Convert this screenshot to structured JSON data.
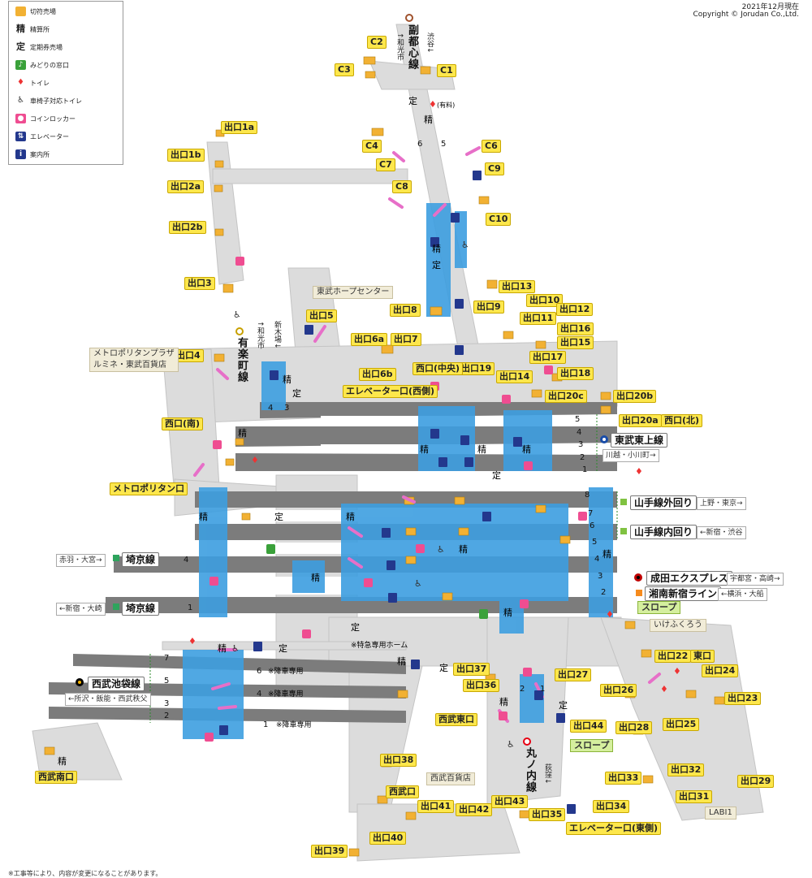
{
  "header": {
    "date": "2021年12月現在",
    "copyright": "Copyright © Jorudan Co.,Ltd."
  },
  "legend": [
    {
      "icon": "ticket-machine-icon",
      "label": "切符売場"
    },
    {
      "icon": "fare-adjustment-icon",
      "label": "精算所",
      "glyph": "精"
    },
    {
      "icon": "commuter-pass-icon",
      "label": "定期券売場",
      "glyph": "定"
    },
    {
      "icon": "midori-window-icon",
      "label": "みどりの窓口"
    },
    {
      "icon": "toilet-icon",
      "label": "トイレ"
    },
    {
      "icon": "accessible-toilet-icon",
      "label": "車椅子対応トイレ"
    },
    {
      "icon": "coin-locker-icon",
      "label": "コインロッカー"
    },
    {
      "icon": "elevator-icon",
      "label": "エレベーター"
    },
    {
      "icon": "information-icon",
      "label": "案内所"
    }
  ],
  "exits": {
    "c2": "C2",
    "c3": "C3",
    "c1": "C1",
    "c4": "C4",
    "c6": "C6",
    "c7": "C7",
    "c8": "C8",
    "c9": "C9",
    "c10": "C10",
    "e1a": "出口1a",
    "e1b": "出口1b",
    "e2a": "出口2a",
    "e2b": "出口2b",
    "e3": "出口3",
    "e4": "出口4",
    "e5": "出口5",
    "e6a": "出口6a",
    "e6b": "出口6b",
    "e7": "出口7",
    "e8": "出口8",
    "e9": "出口9",
    "e10": "出口10",
    "e11": "出口11",
    "e12": "出口12",
    "e13": "出口13",
    "e14": "出口14",
    "e15": "出口15",
    "e16": "出口16",
    "e17": "出口17",
    "e18": "出口18",
    "e19": "出口19",
    "e20a": "出口20a",
    "e20b": "出口20b",
    "e20c": "出口20c",
    "e22": "出口22",
    "e23": "出口23",
    "e24": "出口24",
    "e25": "出口25",
    "e26": "出口26",
    "e27": "出口27",
    "e28": "出口28",
    "e29": "出口29",
    "e31": "出口31",
    "e32": "出口32",
    "e33": "出口33",
    "e34": "出口34",
    "e35": "出口35",
    "e36": "出口36",
    "e37": "出口37",
    "e38": "出口38",
    "e39": "出口39",
    "e40": "出口40",
    "e41": "出口41",
    "e42": "出口42",
    "e43": "出口43",
    "e44": "出口44",
    "west_central": "西口(中央)",
    "west_south": "西口(南)",
    "west_north": "西口(北)",
    "east": "東口",
    "seibu_east": "西武東口",
    "seibu_south": "西武南口",
    "seibu_west": "西武口",
    "metro_exit": "メトロポリタン口",
    "elev_west": "エレベーター口(西側)",
    "elev_east": "エレベーター口(東側)"
  },
  "lines": {
    "fukutoshin": "副都心線",
    "fukutoshin_dir_left": "↑和光市",
    "fukutoshin_dir_right": "渋谷↓",
    "yurakucho": "有楽町線",
    "yurakucho_dir_left": "↑和光市",
    "yurakucho_dir_right": "新木場↓",
    "marunouchi": "丸ノ内線",
    "marunouchi_dir": "荻窪↓",
    "tobu": "東武東上線",
    "tobu_dir": "川越・小川町→",
    "yamanote_outer": "山手線外回り",
    "yamanote_outer_dir": "上野・東京→",
    "yamanote_inner": "山手線内回り",
    "yamanote_inner_dir": "←新宿・渋谷",
    "narita": "成田エクスプレス",
    "narita_dir": "宇都宮・高崎→",
    "shonan": "湘南新宿ライン",
    "shonan_dir": "←横浜・大船",
    "saikyo1": "埼京線",
    "saikyo1_dir": "赤羽・大宮→",
    "saikyo2": "埼京線",
    "saikyo2_dir": "←新宿・大崎",
    "seibu": "西武池袋線",
    "seibu_dir": "←所沢・飯能・西武秩父"
  },
  "areas": {
    "tobu_hope": "東武ホープセンター",
    "metro_plaza": "メトロポリタンプラザ\nルミネ・東武百貨店",
    "ikefukuro": "いけふくろう",
    "seibu_dept": "西武百貨店",
    "labi": "LABI1",
    "express_platform": "※特急専用ホーム",
    "alight1": "※降車専用",
    "alight2": "※降車専用",
    "alight3": "※降車専用",
    "slope1": "スロープ",
    "slope2": "スロープ",
    "paid": "(有料)"
  },
  "footnote": "※工事等により、内容が変更になることがあります。"
}
